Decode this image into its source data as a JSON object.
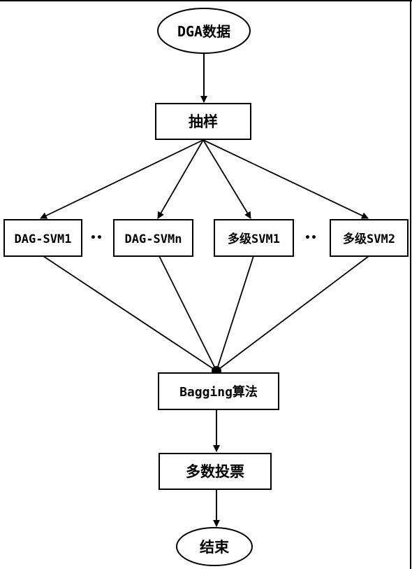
{
  "nodes": {
    "start": "DGA数据",
    "sampling": "抽样",
    "dag_svm1": "DAG-SVM1",
    "dag_svmn": "DAG-SVMn",
    "multi_svm1": "多级SVM1",
    "multi_svm2": "多级SVM2",
    "bagging": "Bagging算法",
    "voting": "多数投票",
    "end": "结束"
  },
  "ellipsis": "••"
}
